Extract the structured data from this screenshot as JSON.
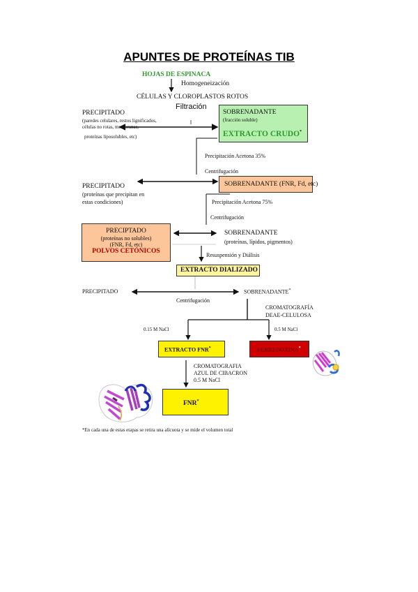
{
  "title": "APUNTES DE PROTEÍNAS TIB",
  "start": {
    "label": "HOJAS DE ESPINACA",
    "color": "#2e9a2e"
  },
  "step_homogenization": "Homogeneización",
  "broken_cells": "CÉLULAS Y CLOROPLASTOS ROTOS",
  "filtration": {
    "label": "Filtración",
    "precipitate": {
      "title": "PRECIPITADO",
      "line1": "(paredes celulares, restos lignificados,",
      "line2": "células no rotas, membranas,",
      "line3": "proteínas liposolubles, etc)"
    },
    "supernatant": {
      "title": "SOBRENADANTE",
      "subtitle": "(fracción soluble)",
      "highlight": "EXTRACTO CRUDO",
      "highlight_color": "#2e9a2e",
      "mark": "*"
    }
  },
  "acetone35": {
    "step1": "Precipitación Acetona 35%",
    "step2": "Centrifugación",
    "precipitate": {
      "title": "PRECIPITADO",
      "line1": "(proteínas que precipitan en",
      "line2": "estas condiciones)"
    },
    "supernatant": "SOBRENADANTE (FNR, Fd, etc)"
  },
  "acetone75": {
    "step1": "Precipitación Acetona 75%",
    "step2": "Centrifugación",
    "precipitate": {
      "title": "PRECIPTADO",
      "line1": "(proteínas no solubles)",
      "line2": "(FNR, Fd, etc)",
      "highlight": "POLVOS CETÓNICOS",
      "highlight_color": "#b00000"
    },
    "supernatant": {
      "title": "SOBRENADANTE",
      "subtitle": "(proteínas, lípidos, pigmentos)"
    }
  },
  "dialysis": {
    "step": "Resuspensión y Diálisis",
    "result": "EXTRACTO DIALIZADO"
  },
  "centrifugation2": {
    "precipitate": "PRECIPITADO",
    "step": "Centrifugación",
    "supernatant": "SOBRENADANTE",
    "mark": "*"
  },
  "deae": {
    "line1": "CROMATOGRAFÍA",
    "line2": "DEAE-CELULOSA",
    "left_eluent": "0.15 M NaCl",
    "right_eluent": "0.5 M NaCl",
    "left_result": "EXTRACTO FNR",
    "right_result": "FERREDOXINA",
    "mark": "*"
  },
  "cibacron": {
    "line1": "CROMATOGRAFIA",
    "line2": "AZUL DE CIBACRON",
    "line3": "0.5 M NaCl",
    "result": "FNR",
    "mark": "*"
  },
  "images": {
    "fnr_structure": "protein-ribbon-fnr",
    "ferredoxin_structure": "protein-ribbon-ferredoxin"
  },
  "footnote": "*En cada una de estas etapas se retira una alícuota y se mide el volumen total"
}
